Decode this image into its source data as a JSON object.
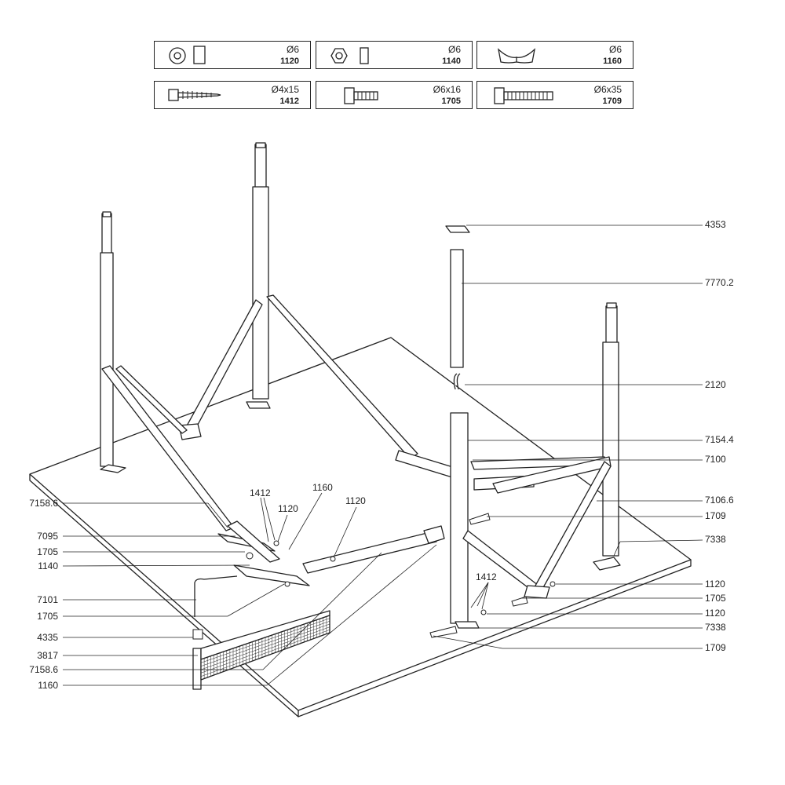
{
  "hardware": [
    {
      "size": "Ø6",
      "code": "1120",
      "icon": "nut-and-sleeve-icon"
    },
    {
      "size": "Ø6",
      "code": "1140",
      "icon": "nut-and-spacer-icon"
    },
    {
      "size": "Ø6",
      "code": "1160",
      "icon": "wing-nut-icon"
    },
    {
      "size": "Ø4x15",
      "code": "1412",
      "icon": "wood-screw-icon"
    },
    {
      "size": "Ø6x16",
      "code": "1705",
      "icon": "short-bolt-icon"
    },
    {
      "size": "Ø6x35",
      "code": "1709",
      "icon": "long-bolt-icon"
    }
  ],
  "callouts_right": [
    "4353",
    "7770.2",
    "2120",
    "7154.4",
    "7100",
    "7106.6",
    "1709",
    "7338",
    "1120",
    "1705",
    "1120",
    "7338",
    "1709"
  ],
  "callouts_left": [
    "7158.6",
    "7095",
    "1705",
    "1140",
    "7101",
    "1705",
    "4335",
    "3817",
    "7158.6",
    "1160"
  ],
  "callouts_inner": [
    "1412",
    "1120",
    "1160",
    "1120",
    "1412"
  ],
  "colors": {
    "line": "#222222",
    "background": "#ffffff",
    "panel": "#ffffff"
  }
}
